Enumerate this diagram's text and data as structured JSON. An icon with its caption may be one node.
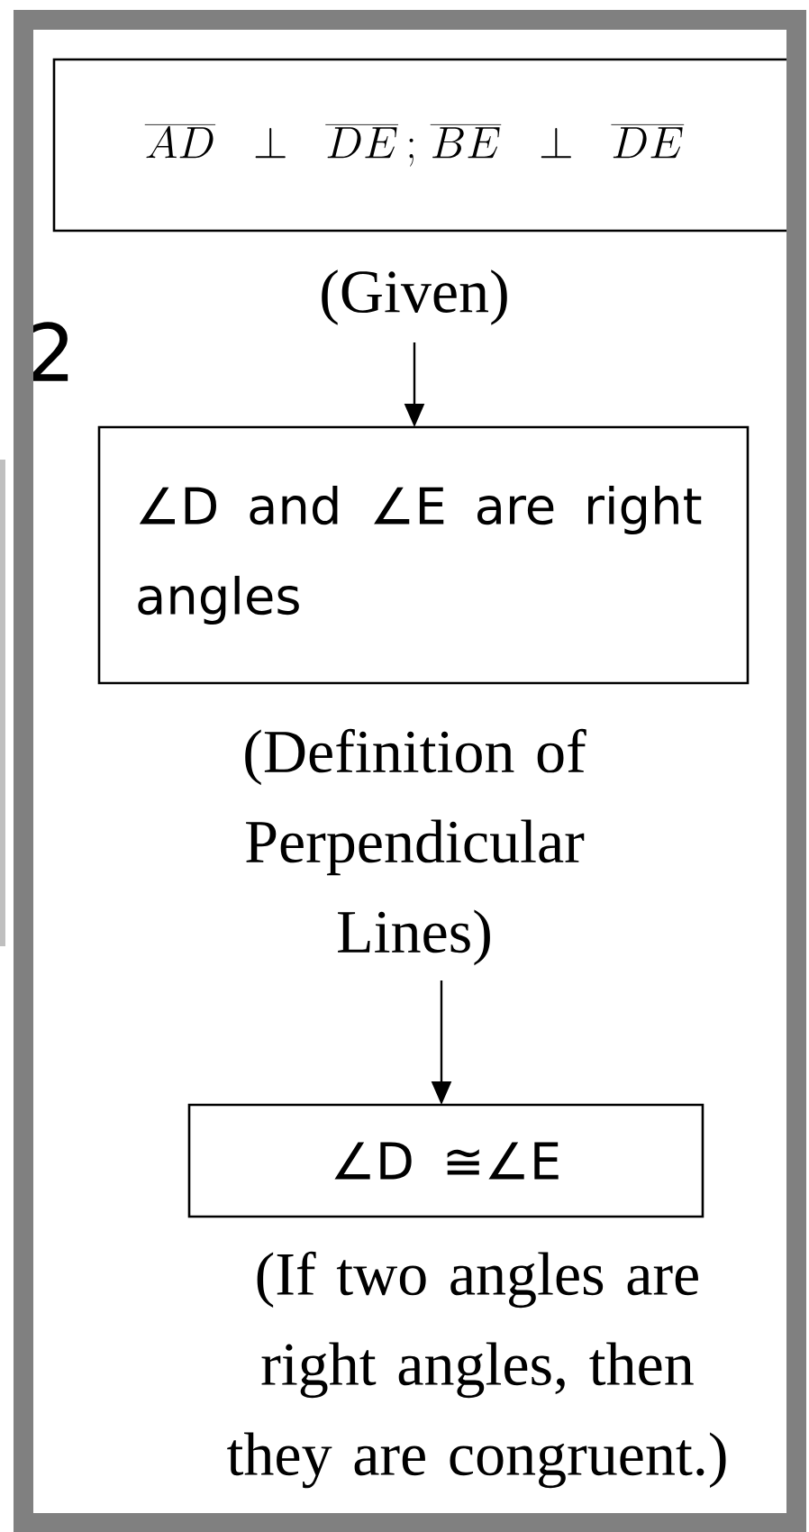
{
  "diagram": {
    "nodes": [
      {
        "text": [
          "\\overline{AD}\\perp\\overline{DE}\\,;\\ \\overline{BE}\\perp\\overline{DE}"
        ],
        "beside": [
          "(Given)"
        ]
      },
      {
        "text": [
          "∠D and ∠E are right angles"
        ],
        "beside": [
          "(Definition of Perpendicular Lines)"
        ]
      },
      {
        "text": [
          "∠D ≅∠E"
        ],
        "beside": [
          "(If two angles are right angles, then they are congruent.)"
        ]
      }
    ],
    "edges": [
      {
        "from": 0,
        "to": 1,
        "arrow": "to"
      },
      {
        "from": 1,
        "to": 2,
        "arrow": "to"
      }
    ],
    "labels": [
      "2"
    ]
  }
}
